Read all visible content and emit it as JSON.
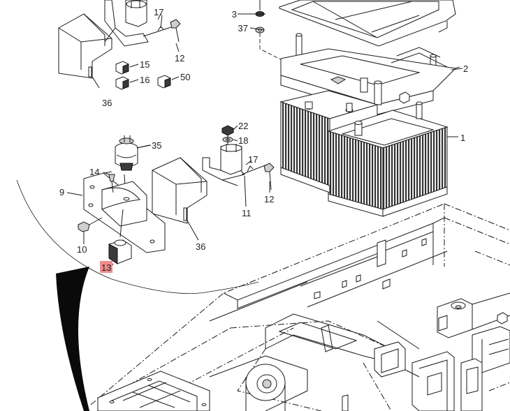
{
  "diagram": {
    "callouts": {
      "c3": "3",
      "c37": "37",
      "c17_top": "17",
      "c12_top": "12",
      "c15": "15",
      "c16": "16",
      "c50": "50",
      "c36_top": "36",
      "c2": "2",
      "c1": "1",
      "c22": "22",
      "c18": "18",
      "c35": "35",
      "c14": "14",
      "c9": "9",
      "c17_mid": "17",
      "c12_mid": "12",
      "c11": "11",
      "c10": "10",
      "c36_mid": "36",
      "c13": "13"
    },
    "highlight": {
      "label": "13",
      "color": "#f08c8c"
    },
    "colors": {
      "line": "#1a1a1a",
      "battery_ribs": "#333333",
      "callout_arrow": "#0a0a0a"
    }
  }
}
